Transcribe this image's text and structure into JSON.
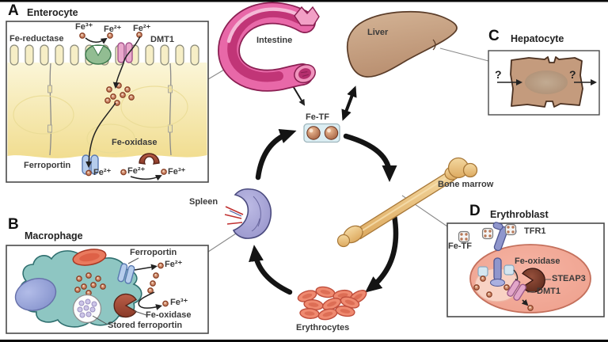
{
  "panelA": {
    "letter": "A",
    "title": "Enterocyte",
    "fe3Lumen": "Fe³⁺",
    "fe2Lumen1": "Fe²⁺",
    "fe2Lumen2": "Fe²⁺",
    "feReductase": "Fe-reductase",
    "dmt1": "DMT1",
    "feOxidase": "Fe-oxidase",
    "ferroportin": "Ferroportin",
    "fe2Exported": "Fe²⁺",
    "fe2Plasma": "Fe²⁺",
    "fe3Plasma": "Fe³⁺"
  },
  "panelB": {
    "letter": "B",
    "title": "Macrophage",
    "ferroportin": "Ferroportin",
    "fe2": "Fe²⁺",
    "fe3": "Fe³⁺",
    "feOxidase": "Fe-oxidase",
    "storedFerroportin": "Stored ferroportin"
  },
  "panelC": {
    "letter": "C",
    "title": "Hepatocyte",
    "importUnknown": "?",
    "exportUnknown": "?"
  },
  "panelD": {
    "letter": "D",
    "title": "Erythroblast",
    "tfr1": "TFR1",
    "feTf": "Fe-TF",
    "feOxidase": "Fe-oxidase",
    "steap3": "STEAP3",
    "dmt1": "DMT1"
  },
  "organs": {
    "intestine": "Intestine",
    "liver": "Liver",
    "spleen": "Spleen",
    "boneMarrow": "Bone marrow",
    "erythrocytes": "Erythrocytes"
  },
  "plasma": {
    "feTf": "Fe-TF"
  },
  "colors": {
    "enterocyte_cytoplasm": "#f3e29a",
    "macrophage": "#8ec6c2",
    "intestine_pink": "#e868a8",
    "liver_tan": "#c4a184",
    "spleen_purple": "#a5a3d6",
    "bone_gold": "#ecc07c",
    "erythrocyte_red": "#ef8a70",
    "erythroblast_pink": "#f3a695",
    "hepatocyte_brown": "#c49b7d",
    "ferroportin_blue": "#b6cdec",
    "dmt1_pink": "#eaa8cc",
    "fe_oxidase_maroon": "#a84c3c",
    "fe_reductase_green": "#92bd92",
    "tfr1_purple": "#8f96cc",
    "arrow_black": "#141414"
  }
}
